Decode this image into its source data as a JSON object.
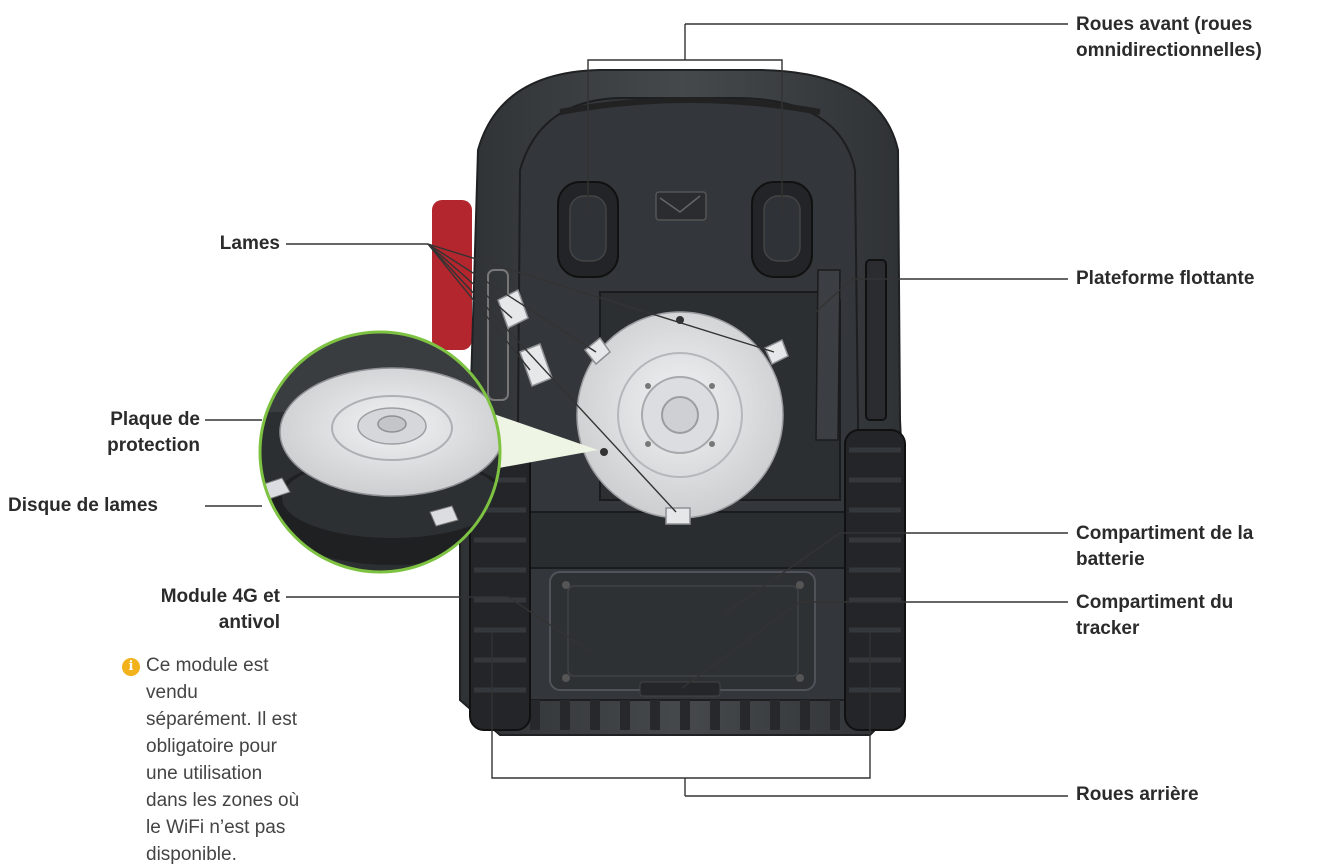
{
  "labels": {
    "front_wheels": [
      "Roues avant (roues",
      "omnidirectionnelles)"
    ],
    "blades": "Lames",
    "floating_platform": "Plateforme flottante",
    "protection_plate": [
      "Plaque de",
      "protection"
    ],
    "blade_disc": "Disque de lames",
    "battery_compartment": [
      "Compartiment de la",
      "batterie"
    ],
    "tracker_compartment": [
      "Compartiment du",
      "tracker"
    ],
    "module_4g": [
      "Module 4G et",
      "antivol"
    ],
    "rear_wheels": "Roues arrière"
  },
  "note": {
    "icon": "info-icon",
    "text": "Ce module est vendu séparément. Il est obligatoire pour une utilisation dans les zones où le WiFi n’est pas disponible."
  },
  "colors": {
    "body": "#3a3d40",
    "body_dark": "#262829",
    "plate": "#d7d8da",
    "callout_line": "#333333",
    "zoom_ring": "#7ec242",
    "note_icon": "#f2b21c"
  }
}
